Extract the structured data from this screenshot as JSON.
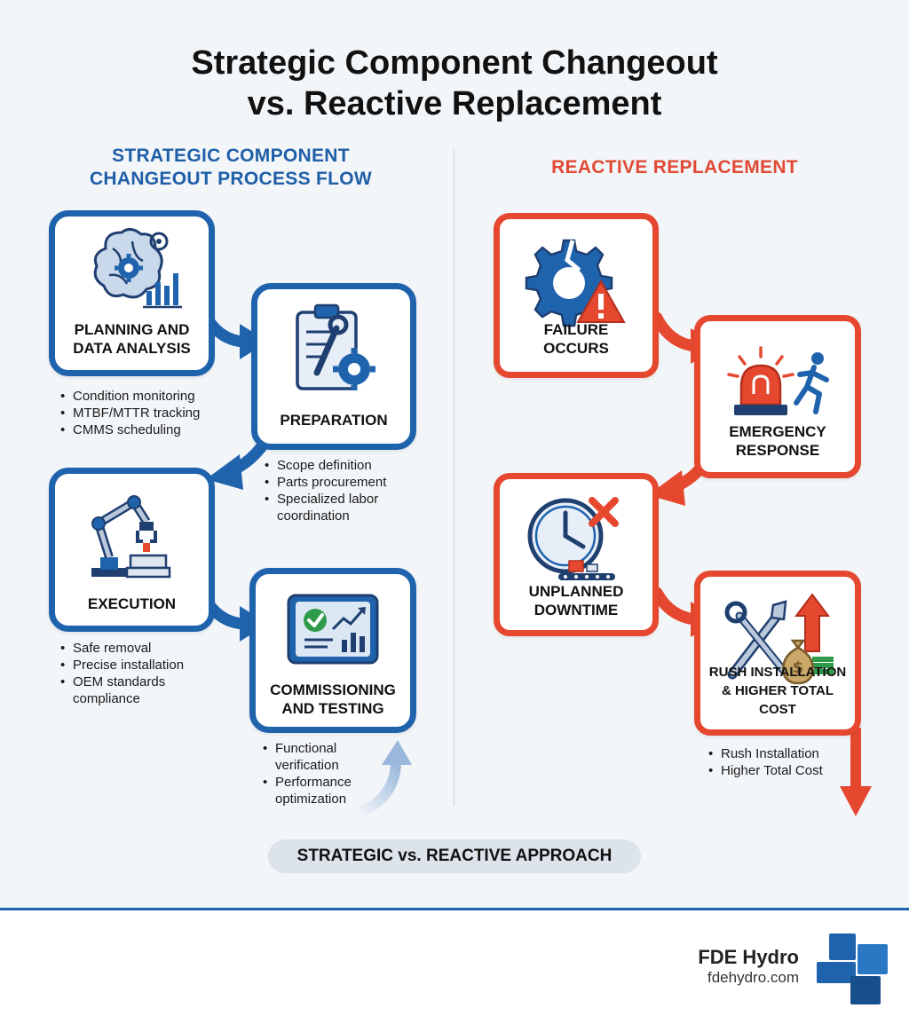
{
  "title": {
    "line1": "Strategic Component Changeout",
    "line2": "vs. Reactive Replacement"
  },
  "strategic": {
    "heading_line1": "STRATEGIC COMPONENT",
    "heading_line2": "CHANGEOUT PROCESS FLOW",
    "steps": [
      {
        "label_line1": "PLANNING AND",
        "label_line2": "DATA ANALYSIS",
        "icon": "brain-gears-chart-icon",
        "bullets": [
          "Condition monitoring",
          "MTBF/MTTR tracking",
          "CMMS scheduling"
        ]
      },
      {
        "label_line1": "PREPARATION",
        "label_line2": "",
        "icon": "clipboard-wrench-gear-icon",
        "bullets": [
          "Scope definition",
          "Parts procurement",
          "Specialized labor",
          "coordination"
        ]
      },
      {
        "label_line1": "EXECUTION",
        "label_line2": "",
        "icon": "robotic-arm-icon",
        "bullets": [
          "Safe removal",
          "Precise installation",
          "OEM standards",
          "compliance"
        ]
      },
      {
        "label_line1": "COMMISSIONING",
        "label_line2": "AND TESTING",
        "icon": "tablet-checkmark-chart-icon",
        "bullets": [
          "Functional",
          "verification",
          "Performance",
          "optimization"
        ]
      }
    ]
  },
  "reactive": {
    "heading": "REACTIVE REPLACEMENT",
    "steps": [
      {
        "label_line1": "FAILURE",
        "label_line2": "OCCURS",
        "icon": "broken-gear-warning-icon"
      },
      {
        "label_line1": "EMERGENCY",
        "label_line2": "RESPONSE",
        "icon": "siren-running-person-icon"
      },
      {
        "label_line1": "UNPLANNED",
        "label_line2": "DOWNTIME",
        "icon": "clock-x-conveyor-icon"
      },
      {
        "label_line1": "RUSH INSTALLATION",
        "label_line2": "& HIGHER TOTAL COST",
        "icon": "tools-moneybag-up-arrow-icon",
        "bullets": [
          "Rush Installation",
          "Higher Total Cost"
        ]
      }
    ]
  },
  "footer": {
    "approach_label": "STRATEGIC vs. REACTIVE APPROACH",
    "brand_name": "FDE Hydro",
    "brand_url": "fdehydro.com"
  },
  "colors": {
    "strategic_blue": "#1f63ad",
    "reactive_red": "#e5482f",
    "background": "#f3f6f9"
  }
}
